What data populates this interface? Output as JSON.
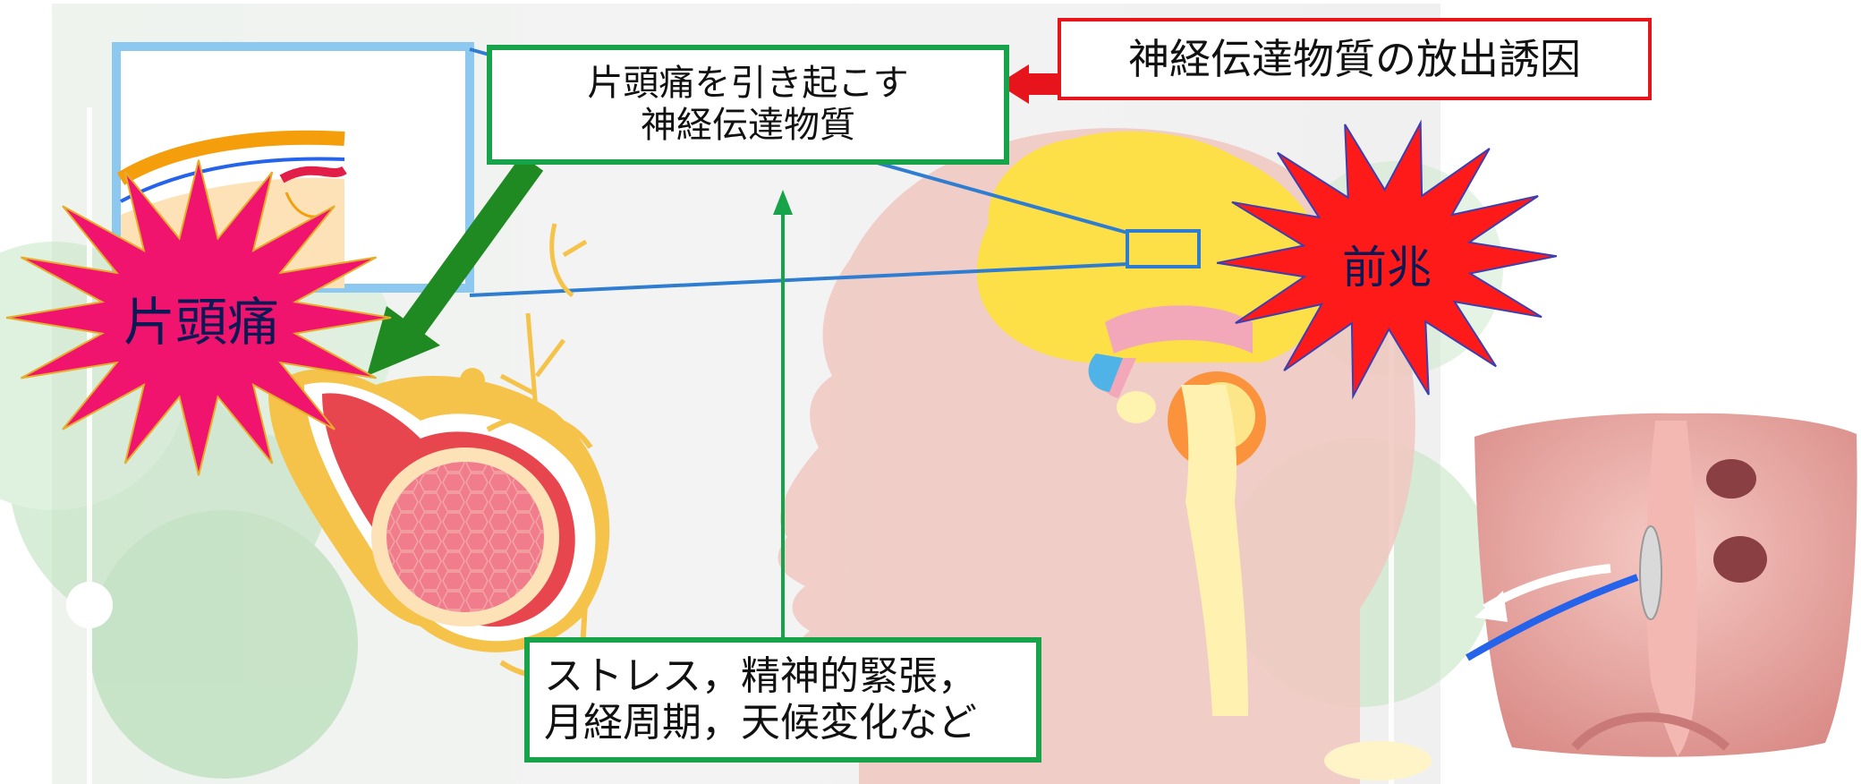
{
  "labels": {
    "migraine": "片頭痛",
    "aura": "前兆",
    "neurotransmitter_line1": "片頭痛を引き起こす",
    "neurotransmitter_line2": "神経伝達物質",
    "release_trigger": "神経伝達物質の放出誘因",
    "triggers_line1": "ストレス，精神的緊張，",
    "triggers_line2": "月経周期，天候変化など"
  },
  "colors": {
    "green_accent": "#16a34a",
    "dark_green_arrow": "#1f8a22",
    "red_accent": "#e8141c",
    "burst_pink": "#f0146e",
    "burst_red": "#ff1a1a",
    "burst_outline": "#3c3fb0",
    "brain_yellow": "#fde047",
    "zoom_line_blue": "#2f7dd1"
  },
  "icons": {
    "migraine_burst": "starburst-icon",
    "aura_burst": "starburst-icon",
    "head": "head-silhouette-illustration",
    "vessel": "blood-vessel-cross-section-illustration",
    "heart": "heart-septum-illustration"
  }
}
